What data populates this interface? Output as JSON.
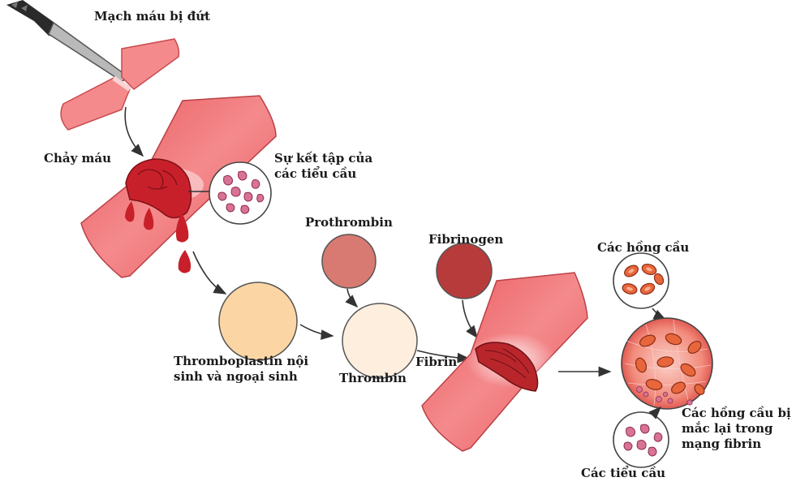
{
  "labels": {
    "cut_vessel": "Mạch máu bị đứt",
    "bleeding": "Chảy máu",
    "platelet_aggregation": [
      "Sự kết tập của",
      "các tiểu cầu"
    ],
    "prothrombin": "Prothrombin",
    "fibrinogen": "Fibrinogen",
    "thromboplastin": [
      "Thromboplastin nội",
      "sinh và ngoại sinh"
    ],
    "thrombin": "Thrombin",
    "fibrin": "Fibrin",
    "red_cells": "Các hồng cầu",
    "trapped_red_cells": [
      "Các hồng cầu bị",
      "mắc lại trong",
      "mạng fibrin"
    ],
    "platelets": "Các tiểu cầu"
  },
  "colors": {
    "vessel": "#ee6f72",
    "vessel_light": "#fbd3d4",
    "blood": "#c8202a",
    "clot": "#b8262b",
    "thromboplastin": "#fbd6a4",
    "thrombin": "#fdeede",
    "prothrombin": "#d97a72",
    "fibrinogen": "#b83b3b",
    "red_cell": "#e8663c",
    "platelet": "#d97393"
  }
}
